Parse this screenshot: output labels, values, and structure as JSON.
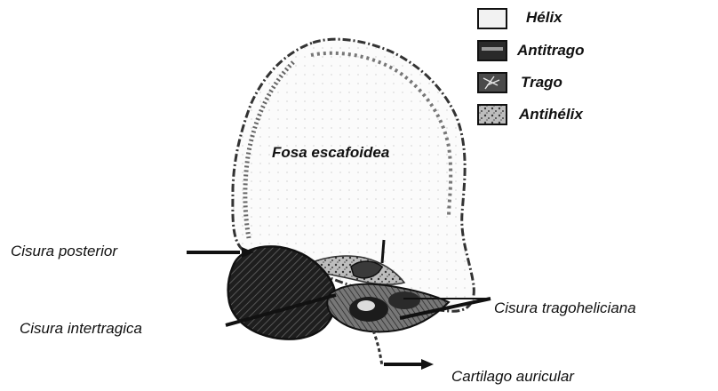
{
  "legend": [
    {
      "label": "Hélix",
      "swatch": "helix"
    },
    {
      "label": "Antitrago",
      "swatch": "antitrago"
    },
    {
      "label": "Trago",
      "swatch": "trago"
    },
    {
      "label": "Antihélix",
      "swatch": "antihelix"
    }
  ],
  "labels": {
    "fosa": "Fosa escafoidea",
    "cisura_posterior": "Cisura posterior",
    "cisura_intertragica": "Cisura intertragica",
    "cisura_tragoheliciana": "Cisura tragoheliciana",
    "cartilago": "Cartilago auricular"
  },
  "colors": {
    "ink": "#111111",
    "helix_fill": "#f4f4f4",
    "antitrago_fill": "#2a2a2a",
    "trago_fill": "#5a5a5a",
    "antihelix_fill": "#8a8a8a"
  }
}
